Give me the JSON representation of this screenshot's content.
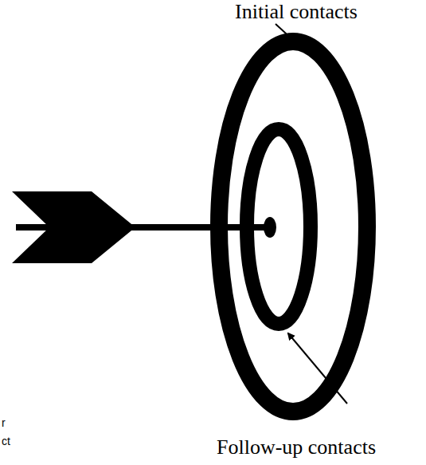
{
  "diagram": {
    "labels": [
      "Initial contacts",
      "Follow-up contacts",
      "r",
      "ct"
    ]
  }
}
